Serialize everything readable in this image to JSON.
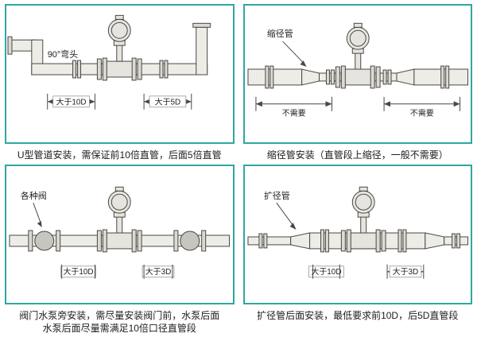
{
  "colors": {
    "border": "#2fa79f",
    "ink": "#4a4843",
    "pipe_fill": "#edece7"
  },
  "panels": {
    "p1": {
      "annotation": "90°弯头",
      "dim_left": "大于10D",
      "dim_right": "大于5D",
      "caption": "U型管道安装，需保证前10倍直管，后面5倍直管"
    },
    "p2": {
      "annotation": "缩径管",
      "dim_left": "不需要",
      "dim_right": "不需要",
      "caption": "缩径管安装（直管段上缩径，一般不需要）"
    },
    "p3": {
      "annotation": "各种阀",
      "dim_left": "大于10D",
      "dim_right": "大于3D",
      "caption_line1": "阀门水泵旁安装，需尽量安装阀门前，水泵后面",
      "caption_line2": "水泵后面尽量需满足10倍口径直管段"
    },
    "p4": {
      "annotation": "扩径管",
      "dim_left": "大于10D",
      "dim_right": "大于3D",
      "caption": "扩径管后面安装，最低要求前10D，后5D直管段"
    }
  }
}
